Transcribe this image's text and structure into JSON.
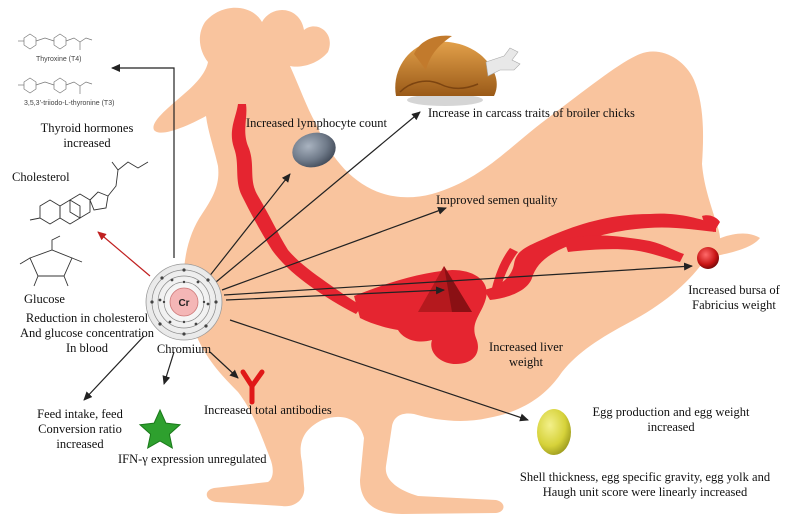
{
  "center": {
    "label": "Chromium",
    "symbol": "Cr"
  },
  "labels": {
    "thyroid_line1": "Thyroid hormones",
    "thyroid_line2": "increased",
    "thyroxine_caption": "Thyroxine (T4)",
    "triiodothyronine_caption": "3,5,3'-triiodo-L-thyronine (T3)",
    "cholesterol": "Cholesterol",
    "glucose": "Glucose",
    "reduction_line1": "Reduction in cholesterol",
    "reduction_line2": "And glucose concentration",
    "reduction_line3": "In blood",
    "lymphocyte": "Increased lymphocyte count",
    "carcass": "Increase in carcass traits of broiler chicks",
    "semen": "Improved semen quality",
    "bursa_line1": "Increased bursa of",
    "bursa_line2": "Fabricius weight",
    "liver_line1": "Increased liver",
    "liver_line2": "weight",
    "antibodies": "Increased total antibodies",
    "feed_line1": "Feed intake, feed",
    "feed_line2": "Conversion ratio",
    "feed_line3": "increased",
    "ifn": "IFN-γ expression unregulated",
    "egg_line1": "Egg production and egg weight",
    "egg_line2": "increased",
    "shell_line1": "Shell thickness, egg specific gravity, egg yolk and",
    "shell_line2": "Haugh unit score were linearly increased"
  },
  "icons": [
    "chicken-silhouette-icon",
    "roast-chicken-icon",
    "lymphocyte-cell-icon",
    "liver-triangle-icon",
    "bursa-sphere-icon",
    "egg-icon",
    "antibody-y-icon",
    "star-icon",
    "atom-icon",
    "cholesterol-structure-icon",
    "glucose-structure-icon",
    "thyroid-hormone-structure-icon"
  ],
  "colors": {
    "chicken": "#f9c49e",
    "organ": "#e52530",
    "arrow": "#222222",
    "red_arrow": "#c02020",
    "egg": "#d6d23a",
    "star": "#2ea02e",
    "antibody": "#e01818",
    "lymphocyte": "#6f7a89"
  }
}
